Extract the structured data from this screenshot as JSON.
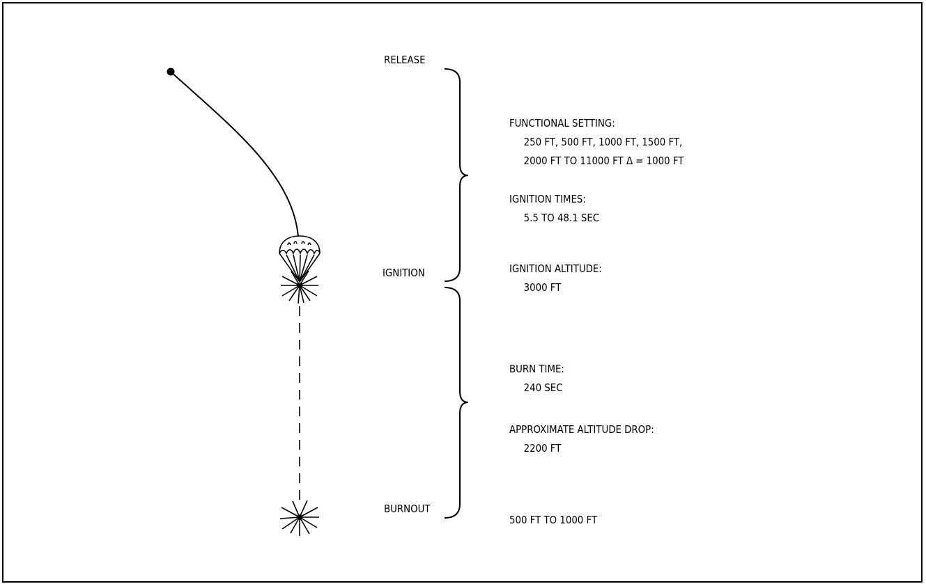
{
  "phases": {
    "release": "RELEASE",
    "ignition": "IGNITION",
    "burnout": "BURNOUT"
  },
  "notes": {
    "functional_setting": {
      "heading": "FUNCTIONAL SETTING:",
      "line1": "250 FT, 500 FT, 1000 FT, 1500 FT,",
      "line2": "2000 FT TO 11000 FT  Δ = 1000 FT"
    },
    "ignition_times": {
      "heading": "IGNITION TIMES:",
      "value": "5.5 TO 48.1 SEC"
    },
    "ignition_altitude": {
      "heading": "IGNITION ALTITUDE:",
      "value": "3000 FT"
    },
    "burn_time": {
      "heading": "BURN TIME:",
      "value": "240 SEC"
    },
    "altitude_drop": {
      "heading": "APPROXIMATE ALTITUDE DROP:",
      "value": "2200 FT"
    },
    "burnout_altitude": "500 FT TO 1000 FT"
  },
  "colors": {
    "ink": "#000000",
    "paper": "#ffffff"
  },
  "icons": [
    "release-point-icon",
    "parachute-icon",
    "ignition-flare-icon",
    "burnout-flare-icon"
  ]
}
